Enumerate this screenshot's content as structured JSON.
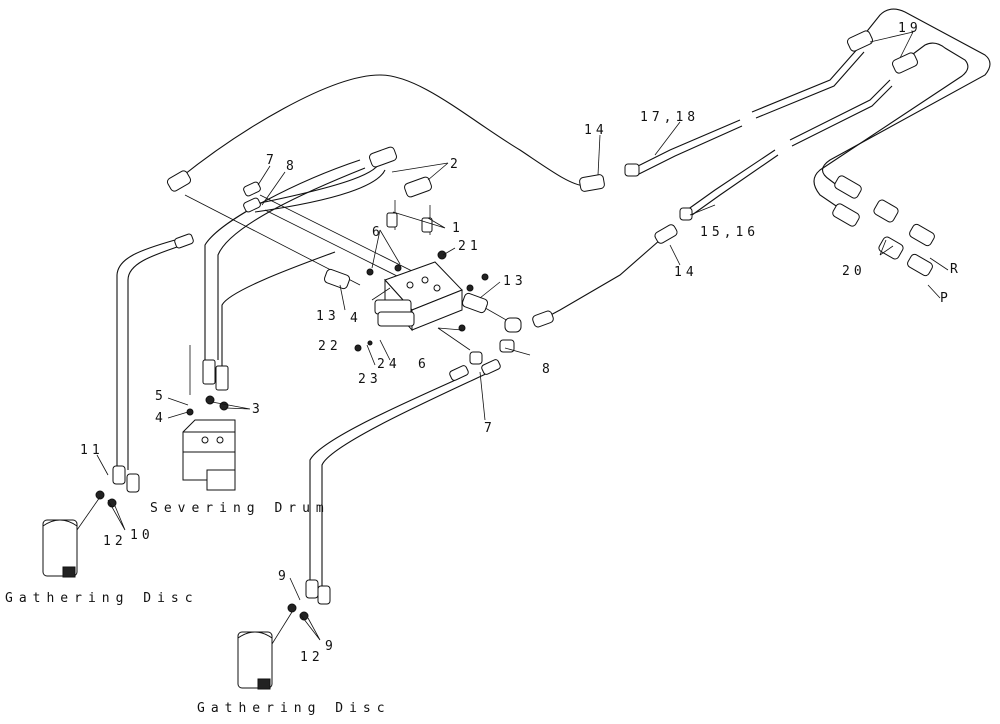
{
  "labels": {
    "l1": "1",
    "l2": "2",
    "l3": "3",
    "l4a": "4",
    "l4b": "4",
    "l5": "5",
    "l6a": "6",
    "l6b": "6",
    "l7a": "7",
    "l7b": "7",
    "l8a": "8",
    "l8b": "8",
    "l9a": "9",
    "l9b": "9",
    "l10": "10",
    "l11": "11",
    "l12a": "12",
    "l12b": "12",
    "l13a": "13",
    "l13b": "13",
    "l14a": "14",
    "l14b": "14",
    "l1516": "15,16",
    "l1718": "17,18",
    "l19": "19",
    "l20": "20",
    "l21": "21",
    "l22": "22",
    "l23": "23",
    "l24": "24",
    "lR": "R",
    "lP": "P"
  },
  "captions": {
    "severing_drum": "Severing Drum",
    "gathering_disc_left": "Gathering Disc",
    "gathering_disc_bottom": "Gathering Disc"
  }
}
